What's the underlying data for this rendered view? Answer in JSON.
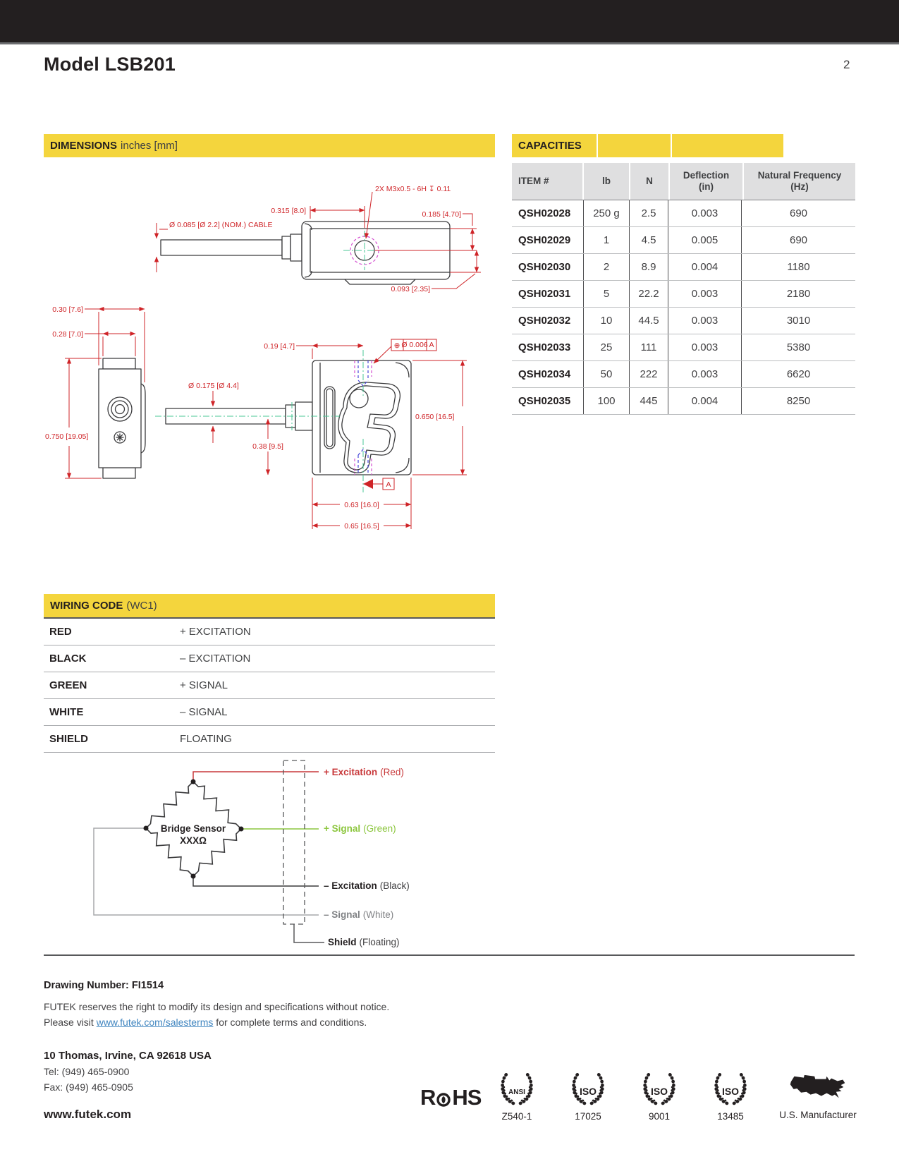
{
  "page": {
    "title": "Model LSB201",
    "number": "2"
  },
  "colors": {
    "accent_yellow": "#f4d53d",
    "top_bar_black": "#231f20",
    "drawing_red": "#cf2428",
    "drawing_green": "#49c795",
    "drawing_magenta": "#d44fd0",
    "drawing_blue": "#4545d9",
    "wire_red": "#c8393b",
    "wire_green": "#8cc63e",
    "wire_gray": "#808285",
    "link_blue": "#4186c0"
  },
  "dimensions": {
    "heading": "DIMENSIONS",
    "heading_note": "inches [mm]",
    "labels": {
      "d_m3": "2X  M3x0.5 - 6H ↧ 0.11",
      "d_0315": "0.315 [8.0]",
      "d_0185": "0.185 [4.70]",
      "d_cable": "Ø 0.085 [Ø 2.2] (NOM.) CABLE",
      "d_0093": "0.093 [2.35]",
      "d_030": "0.30 [7.6]",
      "d_028": "0.28 [7.0]",
      "d_0750": "0.750 [19.05]",
      "d_019": "0.19 [4.7]",
      "d_0175": "Ø 0.175 [Ø 4.4]",
      "d_038": "0.38 [9.5]",
      "d_0650": "0.650 [16.5]",
      "d_063": "0.63 [16.0]",
      "d_065": "0.65 [16.5]",
      "gdt_sym": "⊕",
      "gdt_tol": "Ø 0.006",
      "gdt_datum": "A",
      "datum_flag": "A"
    }
  },
  "capacities": {
    "heading": "CAPACITIES",
    "columns": [
      {
        "line1": "ITEM #",
        "line2": ""
      },
      {
        "line1": "lb",
        "line2": ""
      },
      {
        "line1": "N",
        "line2": ""
      },
      {
        "line1": "Deflection",
        "line2": "(in)"
      },
      {
        "line1": "Natural Frequency",
        "line2": "(Hz)"
      }
    ],
    "rows": [
      [
        "QSH02028",
        "250 g",
        "2.5",
        "0.003",
        "690"
      ],
      [
        "QSH02029",
        "1",
        "4.5",
        "0.005",
        "690"
      ],
      [
        "QSH02030",
        "2",
        "8.9",
        "0.004",
        "1180"
      ],
      [
        "QSH02031",
        "5",
        "22.2",
        "0.003",
        "2180"
      ],
      [
        "QSH02032",
        "10",
        "44.5",
        "0.003",
        "3010"
      ],
      [
        "QSH02033",
        "25",
        "111",
        "0.003",
        "5380"
      ],
      [
        "QSH02034",
        "50",
        "222",
        "0.003",
        "6620"
      ],
      [
        "QSH02035",
        "100",
        "445",
        "0.004",
        "8250"
      ]
    ]
  },
  "wiring": {
    "heading": "WIRING CODE",
    "heading_note": "(WC1)",
    "rows": [
      [
        "RED",
        "+ EXCITATION"
      ],
      [
        "BLACK",
        "– EXCITATION"
      ],
      [
        "GREEN",
        "+ SIGNAL"
      ],
      [
        "WHITE",
        "– SIGNAL"
      ],
      [
        "SHIELD",
        "FLOATING"
      ]
    ]
  },
  "bridge": {
    "title1": "Bridge Sensor",
    "title2": "XXXΩ",
    "wires": [
      [
        "+ Excitation",
        "(Red)"
      ],
      [
        "+ Signal",
        "(Green)"
      ],
      [
        "– Excitation",
        "(Black)"
      ],
      [
        "– Signal",
        "(White)"
      ],
      [
        "Shield",
        "(Floating)"
      ]
    ]
  },
  "footer": {
    "drawing_number": "Drawing Number: FI1514",
    "line1": "FUTEK reserves the right to modify its design and specifications without notice.",
    "line2_pre": "Please visit ",
    "line2_link": "www.futek.com/salesterms",
    "line2_post": " for complete terms and conditions.",
    "address": "10 Thomas, Irvine, CA 92618 USA",
    "tel": "Tel: (949) 465-0900",
    "fax": "Fax: (949) 465-0905",
    "website": "www.futek.com"
  },
  "badges": {
    "rohs_r": "R",
    "rohs_hs": "HS",
    "items": [
      {
        "icon": "ANSI",
        "label": "Z540-1"
      },
      {
        "icon": "ISO",
        "label": "17025"
      },
      {
        "icon": "ISO",
        "label": "9001"
      },
      {
        "icon": "ISO",
        "label": "13485"
      }
    ],
    "us_label": "U.S. Manufacturer"
  }
}
